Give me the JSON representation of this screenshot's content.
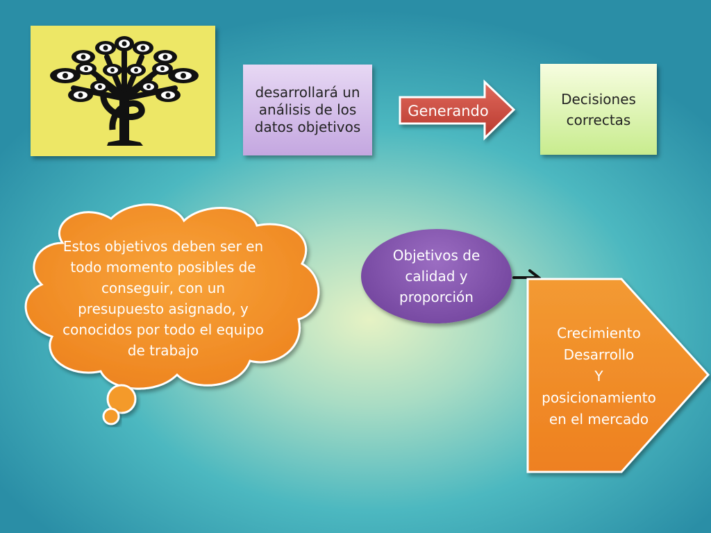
{
  "logo": {
    "icon": "tree-of-eyes-icon"
  },
  "flow_top": {
    "analysis_text": "desarrollará un análisis de los datos objetivos",
    "arrow_label": "Generando",
    "decisions_text": "Decisiones correctas"
  },
  "cloud": {
    "text": "Estos objetivos deben ser en todo momento posibles de conseguir, con un presupuesto asignado, y conocidos por todo el equipo de trabajo"
  },
  "oval": {
    "text": "Objetivos de calidad  y proporción"
  },
  "growth": {
    "line1": "Crecimiento",
    "line2": "Desarrollo",
    "line3": "Y",
    "line4": "posicionamiento",
    "line5": "en el mercado"
  },
  "colors": {
    "logo_bg": "#ede766",
    "arrow_red": "#c9453a",
    "cloud_orange": "#f49a2c",
    "oval_purple": "#7e4fac",
    "pentagon_orange": "#f08a26"
  }
}
